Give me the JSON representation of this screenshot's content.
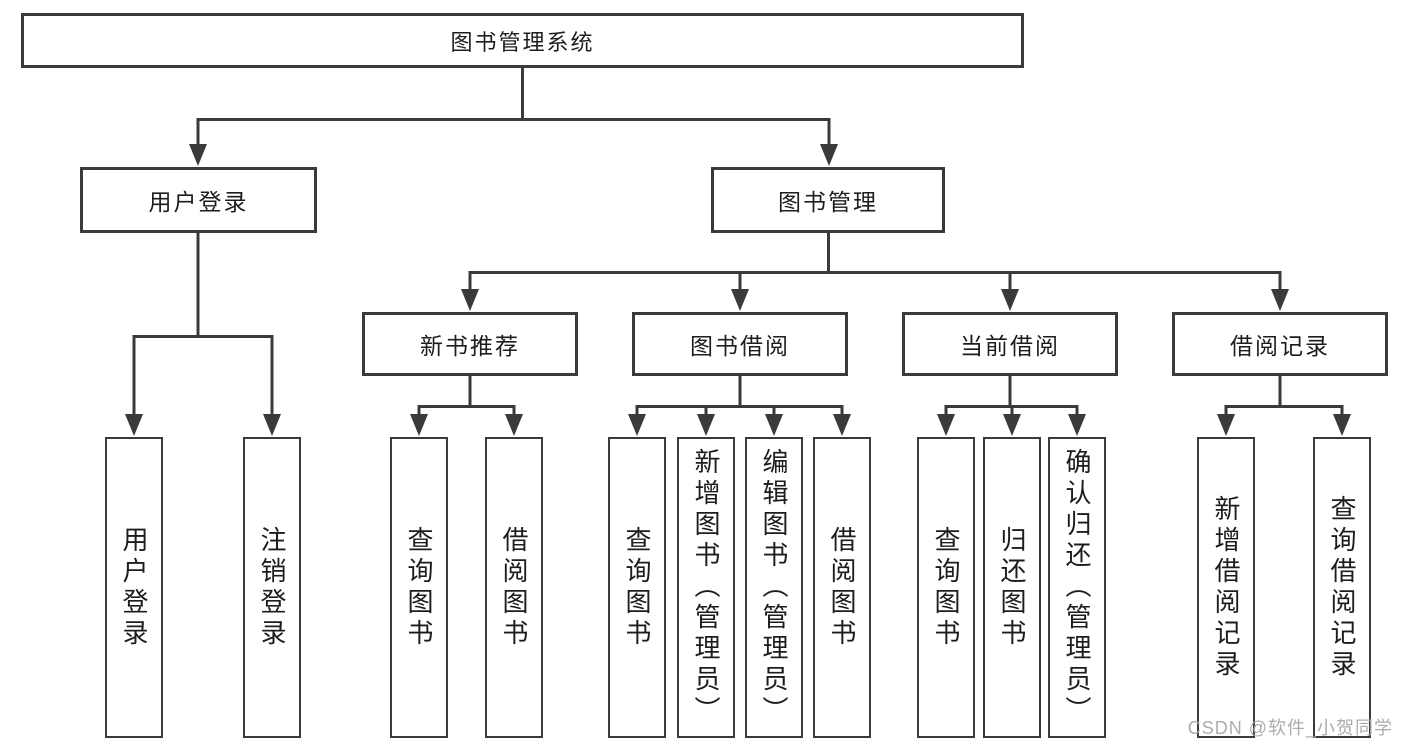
{
  "diagram": {
    "root": "图书管理系统",
    "children": [
      {
        "label": "用户登录",
        "children": [
          {
            "label": "用户登录"
          },
          {
            "label": "注销登录"
          }
        ]
      },
      {
        "label": "图书管理",
        "children": [
          {
            "label": "新书推荐",
            "children": [
              {
                "label": "查询图书"
              },
              {
                "label": "借阅图书"
              }
            ]
          },
          {
            "label": "图书借阅",
            "children": [
              {
                "label": "查询图书"
              },
              {
                "label": "新增图书（管理员）"
              },
              {
                "label": "编辑图书（管理员）"
              },
              {
                "label": "借阅图书"
              }
            ]
          },
          {
            "label": "当前借阅",
            "children": [
              {
                "label": "查询图书"
              },
              {
                "label": "归还图书"
              },
              {
                "label": "确认归还（管理员）"
              }
            ]
          },
          {
            "label": "借阅记录",
            "children": [
              {
                "label": "新增借阅记录"
              },
              {
                "label": "查询借阅记录"
              }
            ]
          }
        ]
      }
    ]
  },
  "colors": {
    "line": "#3a3a3a",
    "text": "#1d1d1d",
    "background": "#ffffff",
    "watermark": "#a8a8a8"
  },
  "watermark": "CSDN @软件_小贺同学"
}
